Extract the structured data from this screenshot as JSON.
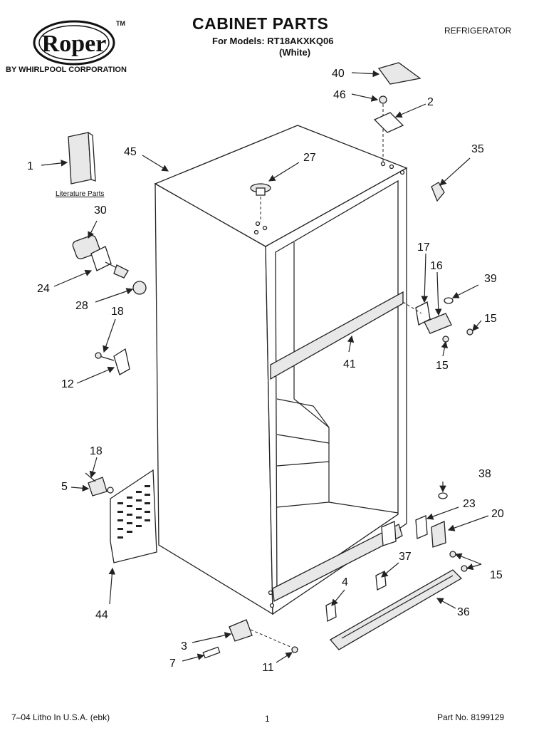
{
  "header": {
    "title": "CABINET PARTS",
    "models": "For Models: RT18AKXKQ06",
    "color": "(White)",
    "category": "REFRIGERATOR"
  },
  "brand": {
    "logo_text": "Roper",
    "trademark": "TM",
    "corporation": "BY WHIRLPOOL CORPORATION"
  },
  "literature_label": "Literature Parts",
  "callouts": [
    {
      "id": "c1",
      "label": "1"
    },
    {
      "id": "c2",
      "label": "2"
    },
    {
      "id": "c3",
      "label": "3"
    },
    {
      "id": "c4",
      "label": "4"
    },
    {
      "id": "c5",
      "label": "5"
    },
    {
      "id": "c7",
      "label": "7"
    },
    {
      "id": "c11",
      "label": "11"
    },
    {
      "id": "c12",
      "label": "12"
    },
    {
      "id": "c15a",
      "label": "15"
    },
    {
      "id": "c15b",
      "label": "15"
    },
    {
      "id": "c15c",
      "label": "15"
    },
    {
      "id": "c16",
      "label": "16"
    },
    {
      "id": "c17",
      "label": "17"
    },
    {
      "id": "c18a",
      "label": "18"
    },
    {
      "id": "c18b",
      "label": "18"
    },
    {
      "id": "c20",
      "label": "20"
    },
    {
      "id": "c23",
      "label": "23"
    },
    {
      "id": "c24",
      "label": "24"
    },
    {
      "id": "c27",
      "label": "27"
    },
    {
      "id": "c28",
      "label": "28"
    },
    {
      "id": "c30",
      "label": "30"
    },
    {
      "id": "c35",
      "label": "35"
    },
    {
      "id": "c36",
      "label": "36"
    },
    {
      "id": "c37",
      "label": "37"
    },
    {
      "id": "c38",
      "label": "38"
    },
    {
      "id": "c39",
      "label": "39"
    },
    {
      "id": "c40",
      "label": "40"
    },
    {
      "id": "c41",
      "label": "41"
    },
    {
      "id": "c44",
      "label": "44"
    },
    {
      "id": "c45",
      "label": "45"
    },
    {
      "id": "c46",
      "label": "46"
    }
  ],
  "footer": {
    "left": "7–04 Litho In U.S.A. (ebk)",
    "page": "1",
    "part_no": "Part No. 8199129"
  }
}
